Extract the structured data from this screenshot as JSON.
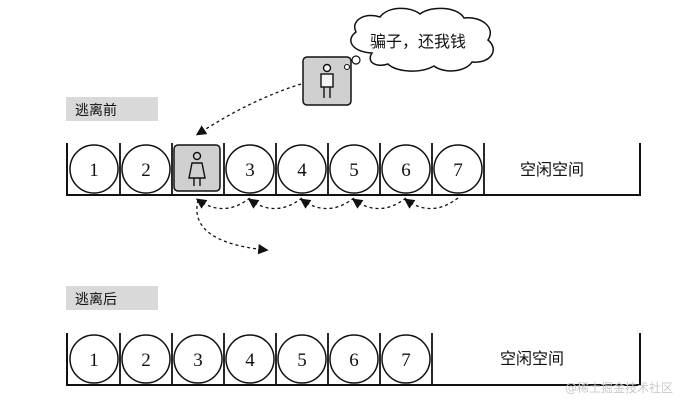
{
  "before": {
    "label": "逃离前",
    "slots": [
      "1",
      "2",
      "",
      "3",
      "4",
      "5",
      "6",
      "7"
    ],
    "free_space": "空闲空间"
  },
  "after": {
    "label": "逃离后",
    "slots": [
      "1",
      "2",
      "3",
      "4",
      "5",
      "6",
      "7"
    ],
    "free_space": "空闲空间"
  },
  "speech_bubble": "骗子，还我钱",
  "icons": {
    "escaping_person": "male-person-icon",
    "remaining_person": "female-person-icon"
  },
  "watermark": "@稀土掘金技术社区",
  "colors": {
    "label_bg": "#d9d9d9",
    "person_box_bg": "#d0d0d0",
    "line": "#111111"
  }
}
